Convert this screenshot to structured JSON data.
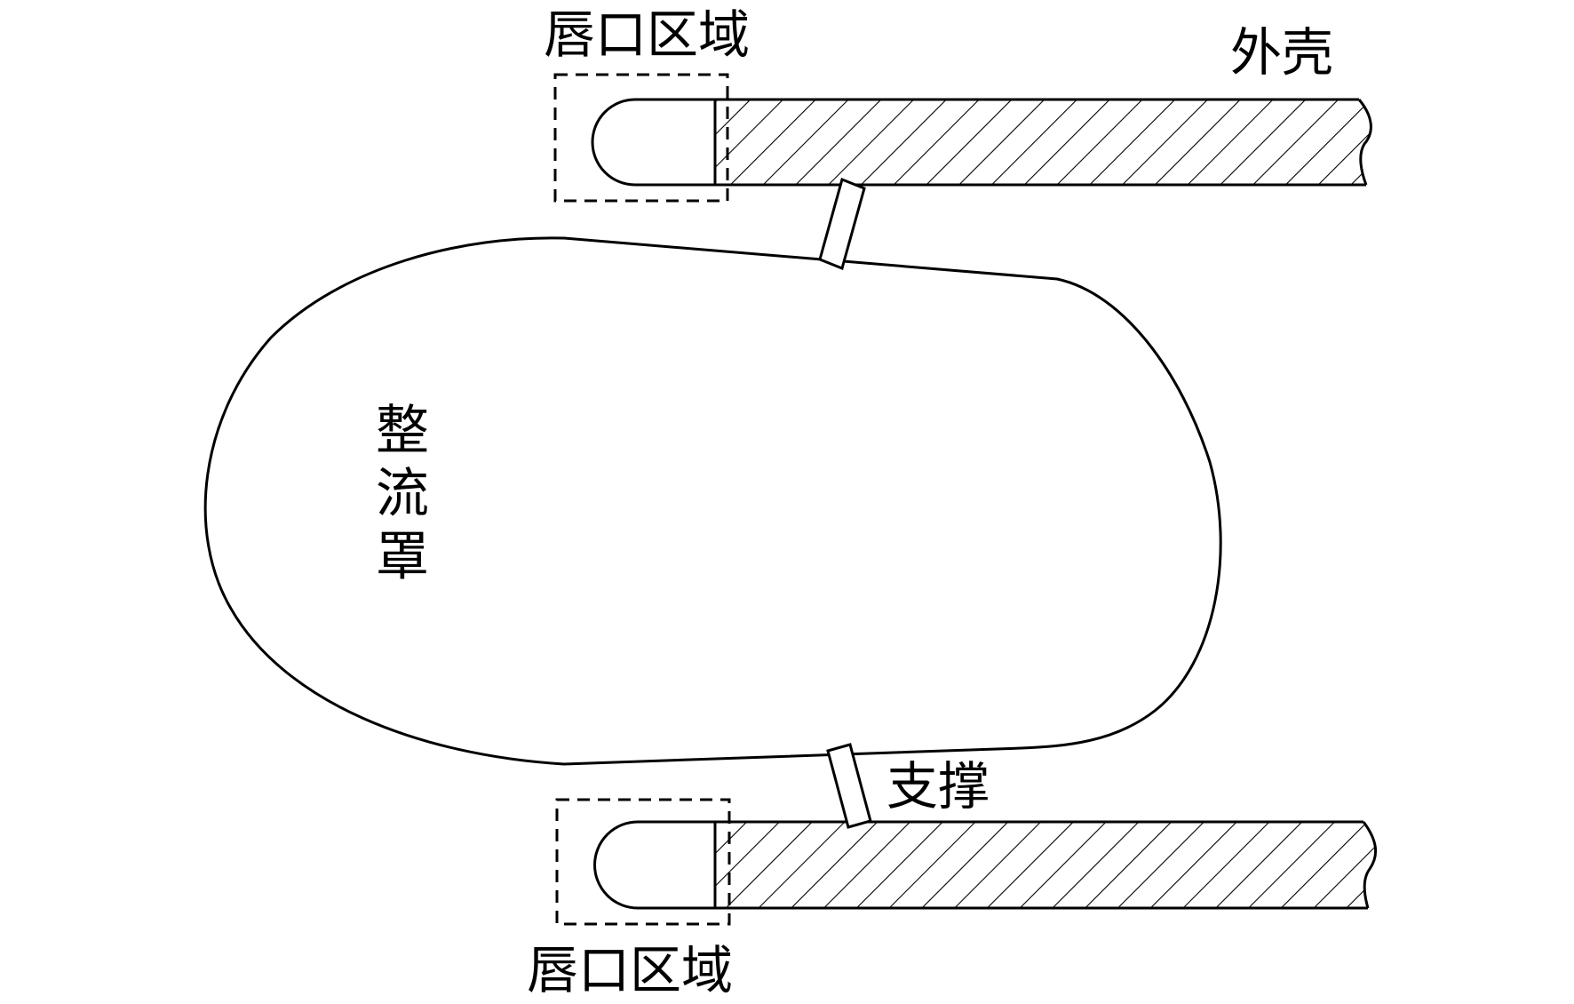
{
  "labels": {
    "lip_region_top": "唇口区域",
    "shell": "外壳",
    "fairing": "整流罩",
    "strut": "支撑",
    "lip_region_bottom": "唇口区域"
  },
  "colors": {
    "stroke": "#000000",
    "background": "#ffffff"
  }
}
